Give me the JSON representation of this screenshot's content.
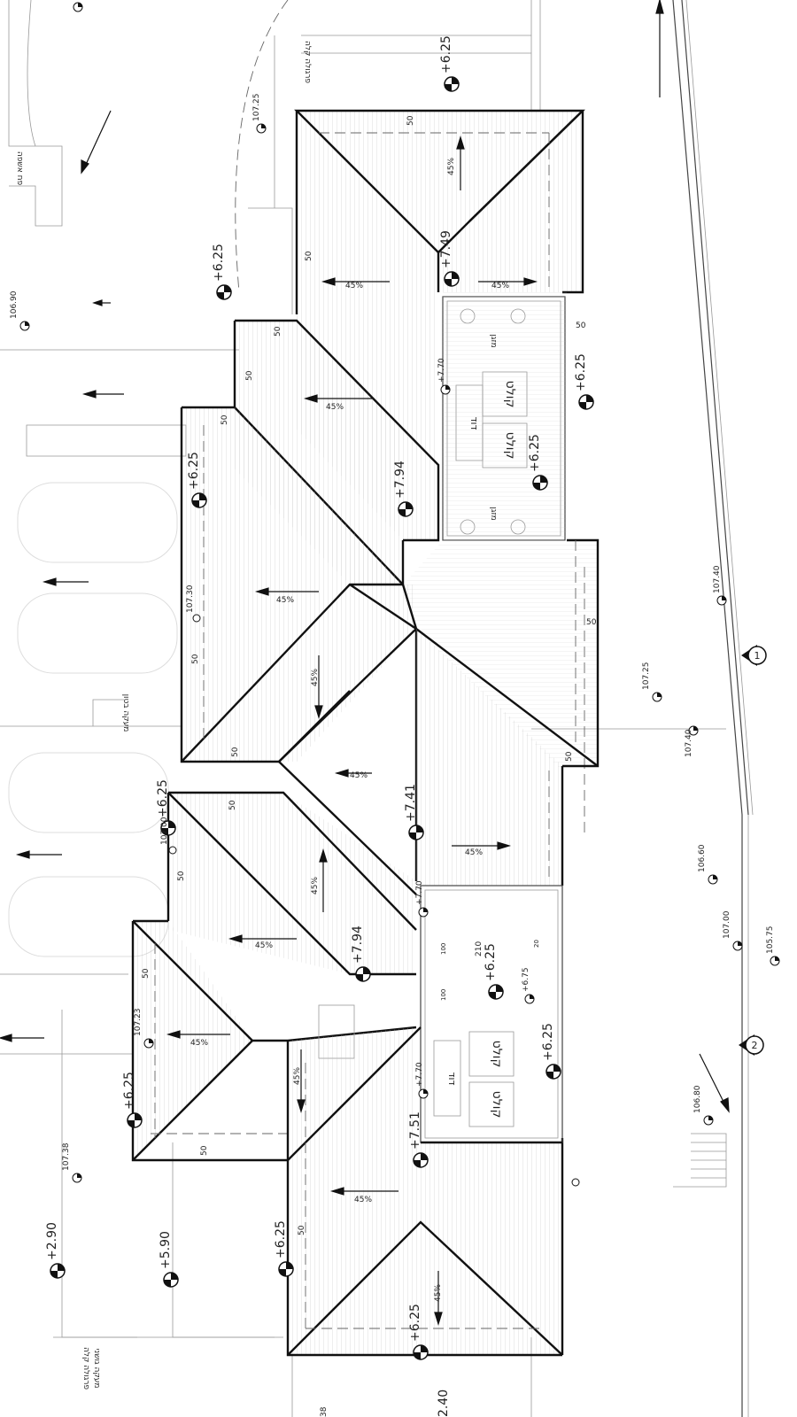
{
  "elevation_marks": [
    {
      "id": "m1",
      "text": "+6.25"
    },
    {
      "id": "m2",
      "text": "+6.25"
    },
    {
      "id": "m3",
      "text": "+6.25"
    },
    {
      "id": "m4",
      "text": "+6.25"
    },
    {
      "id": "m5",
      "text": "+6.25"
    },
    {
      "id": "m6",
      "text": "+6.25"
    },
    {
      "id": "m7",
      "text": "+6.25"
    },
    {
      "id": "m8",
      "text": "+6.25"
    },
    {
      "id": "m9",
      "text": "+6.25"
    },
    {
      "id": "m10",
      "text": "+6.25"
    },
    {
      "id": "m11",
      "text": "+6.25"
    },
    {
      "id": "m12",
      "text": "+7.49"
    },
    {
      "id": "m13",
      "text": "+7.94"
    },
    {
      "id": "m14",
      "text": "+7.94"
    },
    {
      "id": "m15",
      "text": "+7.41"
    },
    {
      "id": "m16",
      "text": "+7.51"
    },
    {
      "id": "m17",
      "text": "+2.90"
    },
    {
      "id": "m18",
      "text": "+5.90"
    },
    {
      "id": "m19",
      "text": "+7.70"
    },
    {
      "id": "m20",
      "text": "+7.70"
    },
    {
      "id": "m21",
      "text": "+7.70"
    },
    {
      "id": "m22",
      "text": "+6.75"
    }
  ],
  "site_levels": [
    {
      "id": "s1",
      "text": "107.25"
    },
    {
      "id": "s2",
      "text": "106.90"
    },
    {
      "id": "s3",
      "text": "107.30"
    },
    {
      "id": "s4",
      "text": "107.00"
    },
    {
      "id": "s5",
      "text": "107.23"
    },
    {
      "id": "s6",
      "text": "107.40"
    },
    {
      "id": "s7",
      "text": "107.25"
    },
    {
      "id": "s8",
      "text": "107.40"
    },
    {
      "id": "s9",
      "text": "106.60"
    },
    {
      "id": "s10",
      "text": "107.00"
    },
    {
      "id": "s11",
      "text": "105.75"
    },
    {
      "id": "s12",
      "text": "106.80"
    },
    {
      "id": "s13",
      "text": "107.38"
    },
    {
      "id": "s14",
      "text": "2.40"
    },
    {
      "id": "s15",
      "text": "38"
    }
  ],
  "slopes": [
    {
      "id": "p1",
      "text": "45%"
    },
    {
      "id": "p2",
      "text": "45%"
    },
    {
      "id": "p3",
      "text": "45%"
    },
    {
      "id": "p4",
      "text": "45%"
    },
    {
      "id": "p5",
      "text": "45%"
    },
    {
      "id": "p6",
      "text": "45%"
    },
    {
      "id": "p7",
      "text": "45%"
    },
    {
      "id": "p8",
      "text": "45%"
    },
    {
      "id": "p9",
      "text": "45%"
    },
    {
      "id": "p10",
      "text": "45%"
    },
    {
      "id": "p11",
      "text": "45%"
    },
    {
      "id": "p12",
      "text": "45%"
    },
    {
      "id": "p13",
      "text": "45%"
    },
    {
      "id": "p14",
      "text": "45%"
    }
  ],
  "dims": [
    {
      "id": "d1",
      "text": "50"
    },
    {
      "id": "d2",
      "text": "50"
    },
    {
      "id": "d3",
      "text": "50"
    },
    {
      "id": "d4",
      "text": "50"
    },
    {
      "id": "d5",
      "text": "50"
    },
    {
      "id": "d6",
      "text": "50"
    },
    {
      "id": "d7",
      "text": "50"
    },
    {
      "id": "d8",
      "text": "50"
    },
    {
      "id": "d9",
      "text": "50"
    },
    {
      "id": "d10",
      "text": "50"
    },
    {
      "id": "d11",
      "text": "50"
    },
    {
      "id": "d12",
      "text": "50"
    },
    {
      "id": "d13",
      "text": "50"
    },
    {
      "id": "d14",
      "text": "50"
    },
    {
      "id": "d15",
      "text": "50"
    },
    {
      "id": "d16",
      "text": "210"
    },
    {
      "id": "d17",
      "text": "100"
    },
    {
      "id": "d18",
      "text": "100"
    },
    {
      "id": "d19",
      "text": "20"
    }
  ],
  "hebrew_labels": [
    {
      "id": "h1",
      "text": "קולט"
    },
    {
      "id": "h2",
      "text": "קולט"
    },
    {
      "id": "h3",
      "text": "קולט"
    },
    {
      "id": "h4",
      "text": "קולט"
    },
    {
      "id": "h5",
      "text": "דוד"
    },
    {
      "id": "h6",
      "text": "דוד"
    },
    {
      "id": "h7",
      "text": "מזגן"
    },
    {
      "id": "h8",
      "text": "מזגן"
    },
    {
      "id": "h9",
      "text": "פרגולה קלה"
    },
    {
      "id": "h10",
      "text": "מעקה בטון"
    },
    {
      "id": "h11",
      "text": "פח אשפה"
    },
    {
      "id": "h12",
      "text": "פרגולה קלה"
    },
    {
      "id": "h13",
      "text": "מעקה גושני"
    }
  ],
  "section_marks": [
    {
      "id": "sec1",
      "text": "1"
    },
    {
      "id": "sec2",
      "text": "2"
    }
  ]
}
